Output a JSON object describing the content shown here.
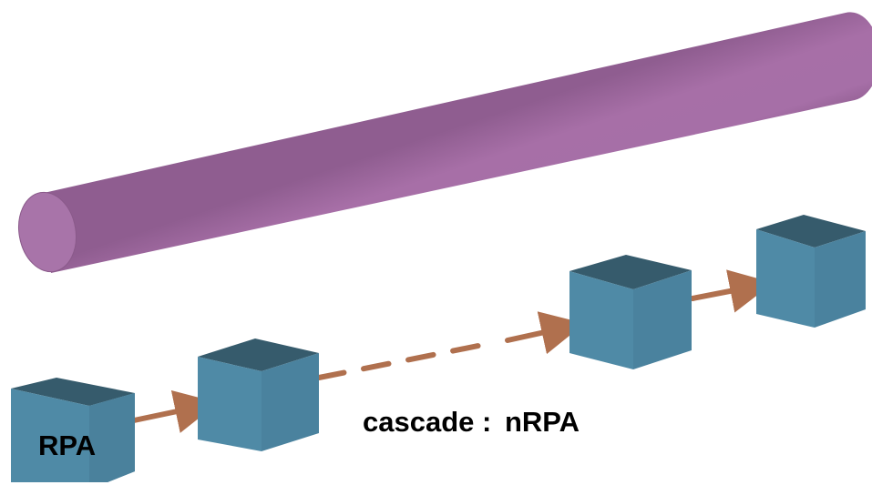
{
  "labels": {
    "first_box": "RPA",
    "cascade_prefix": "cascade :",
    "cascade_n": "n",
    "cascade_unit": "RPA"
  },
  "colors": {
    "cylinder": "#a76fa7",
    "box_front": "#4f8aa6",
    "box_top": "#365b6c",
    "arrow": "#b0704e"
  }
}
